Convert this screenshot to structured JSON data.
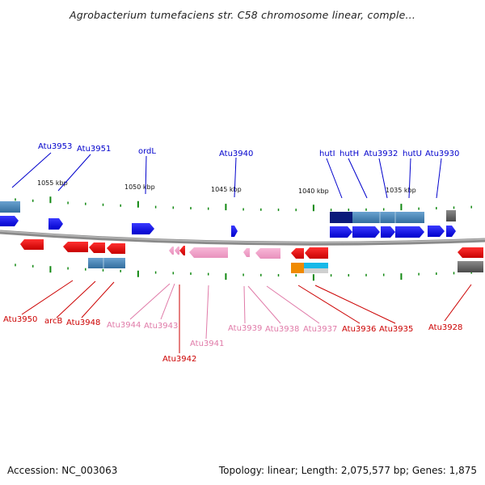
{
  "header": {
    "title": "Agrobacterium tumefaciens str. C58 chromosome linear, comple..."
  },
  "footer": {
    "accession": "Accession: NC_003063",
    "summary": "Topology: linear; Length: 2,075,577 bp; Genes: 1,875"
  },
  "colors": {
    "top_label": "#0000cc",
    "bottom_label_red": "#cc0000",
    "bottom_label_pink": "#e07aa8",
    "cds_blue": "#1010ee",
    "cds_red": "#ee1010",
    "cds_pink": "#f4a0c8",
    "steelblue": "#4a86b8",
    "navy": "#0a1a7a",
    "orange": "#f08a00",
    "cyan": "#18b8e8",
    "gray": "#6a6a6a",
    "tick": "#118811",
    "backbone": "#888888"
  },
  "scale": {
    "labels": [
      {
        "text": "1055 kbp"
      },
      {
        "text": "1050 kbp"
      },
      {
        "text": "1045 kbp"
      },
      {
        "text": "1040 kbp"
      },
      {
        "text": "1035 kbp"
      }
    ]
  },
  "top_labels": [
    {
      "text": "Atu3953"
    },
    {
      "text": "Atu3951"
    },
    {
      "text": "ordL"
    },
    {
      "text": "Atu3940"
    },
    {
      "text": "hutI"
    },
    {
      "text": "hutH"
    },
    {
      "text": "Atu3932"
    },
    {
      "text": "hutU"
    },
    {
      "text": "Atu3930"
    }
  ],
  "bottom_labels": [
    {
      "text": "Atu3950",
      "tone": "red"
    },
    {
      "text": "arcB",
      "tone": "red"
    },
    {
      "text": "Atu3948",
      "tone": "red"
    },
    {
      "text": "Atu3944",
      "tone": "pink"
    },
    {
      "text": "Atu3943",
      "tone": "pink"
    },
    {
      "text": "Atu3942",
      "tone": "red"
    },
    {
      "text": "Atu3941",
      "tone": "pink"
    },
    {
      "text": "Atu3939",
      "tone": "pink"
    },
    {
      "text": "Atu3938",
      "tone": "pink"
    },
    {
      "text": "Atu3937",
      "tone": "pink"
    },
    {
      "text": "Atu3936",
      "tone": "red"
    },
    {
      "text": "Atu3935",
      "tone": "red"
    },
    {
      "text": "Atu3928",
      "tone": "red"
    }
  ]
}
